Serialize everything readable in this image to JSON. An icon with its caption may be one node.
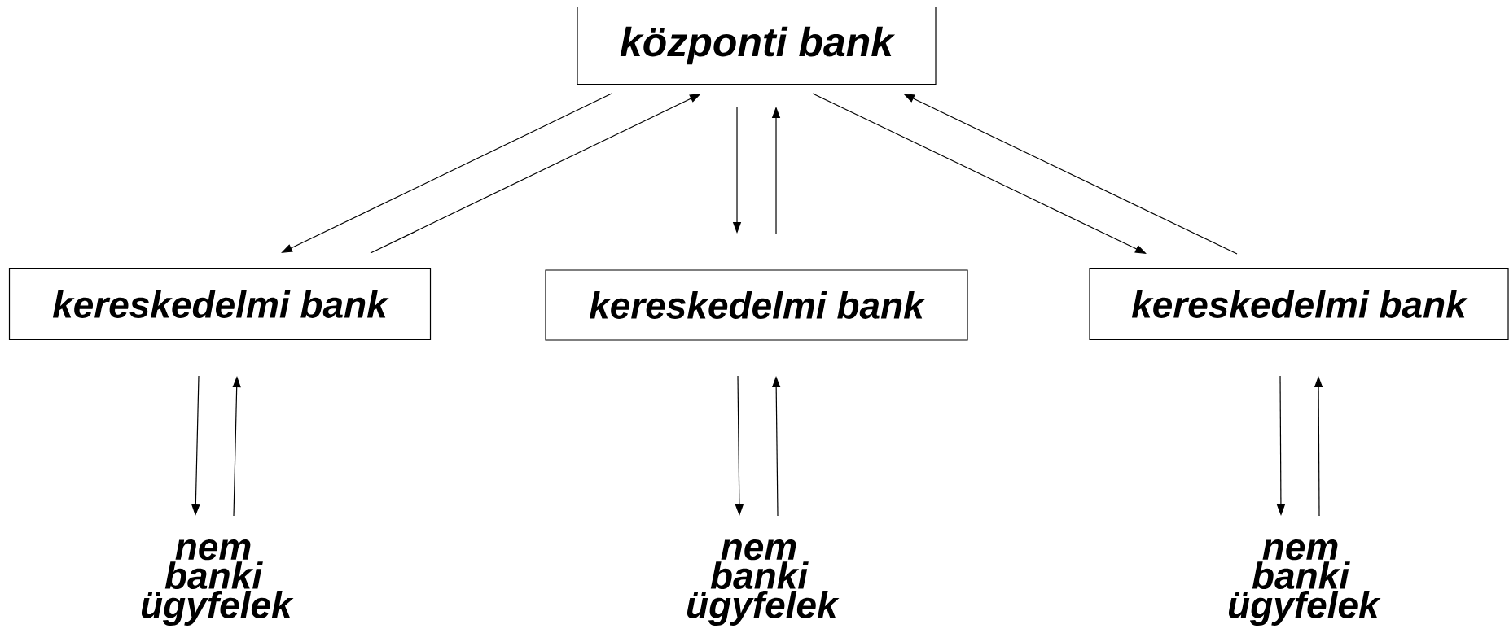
{
  "diagram": {
    "nodes": [
      {
        "text": [
          "központi bank"
        ]
      },
      {
        "text": [
          "kereskedelmi bank"
        ]
      },
      {
        "text": [
          "kereskedelmi bank"
        ]
      },
      {
        "text": [
          "kereskedelmi bank"
        ]
      },
      {
        "text": [
          "nem banki ügyfelek"
        ]
      },
      {
        "text": [
          "nem banki ügyfelek"
        ]
      },
      {
        "text": [
          "nem banki ügyfelek"
        ]
      }
    ],
    "edges": [
      {
        "from": 1,
        "to": 0,
        "arrow": "to"
      },
      {
        "from": 0,
        "to": 1,
        "arrow": "to"
      },
      {
        "from": 2,
        "to": 0,
        "arrow": "to"
      },
      {
        "from": 0,
        "to": 2,
        "arrow": "to"
      },
      {
        "from": 0,
        "to": 3,
        "arrow": "to"
      },
      {
        "from": 3,
        "to": 0,
        "arrow": "to"
      },
      {
        "from": 1,
        "to": 4,
        "arrow": "to"
      },
      {
        "from": 4,
        "to": 1,
        "arrow": "to"
      },
      {
        "from": 2,
        "to": 5,
        "arrow": "to"
      },
      {
        "from": 5,
        "to": 2,
        "arrow": "to"
      },
      {
        "from": 3,
        "to": 6,
        "arrow": "to"
      },
      {
        "from": 6,
        "to": 3,
        "arrow": "to"
      }
    ]
  }
}
